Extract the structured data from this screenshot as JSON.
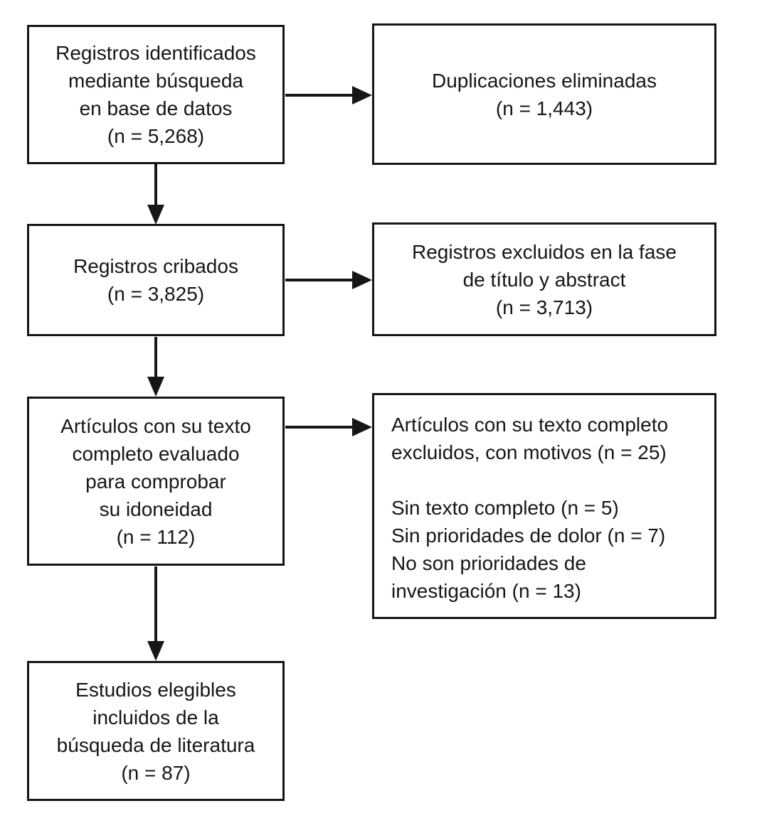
{
  "diagram": {
    "type": "flowchart",
    "language": "es",
    "colors": {
      "ink": "#161616",
      "background": "#ffffff"
    },
    "boxes": {
      "identified": {
        "lines": [
          "Registros identificados",
          "mediante búsqueda",
          "en base de datos",
          "(n = 5,268)"
        ],
        "n": "5,268"
      },
      "duplicates_removed": {
        "lines": [
          "Duplicaciones eliminadas",
          "(n = 1,443)"
        ],
        "n": "1,443"
      },
      "screened": {
        "lines": [
          "Registros cribados",
          "(n = 3,825)"
        ],
        "n": "3,825"
      },
      "excluded_title_abstract": {
        "lines": [
          "Registros excluidos en la fase",
          "de título y abstract",
          "(n = 3,713)"
        ],
        "n": "3,713"
      },
      "fulltext_assessed": {
        "lines": [
          "Artículos con su texto",
          "completo evaluado",
          "para comprobar",
          "su idoneidad",
          "(n = 112)"
        ],
        "n": "112"
      },
      "fulltext_excluded": {
        "lines": [
          "Artículos con su texto completo",
          "excluidos, con motivos (n = 25)",
          "",
          "Sin texto completo (n = 5)",
          "Sin prioridades de dolor (n = 7)",
          "No son prioridades de",
          "investigación (n = 13)"
        ],
        "n": "25",
        "reasons": [
          {
            "label": "Sin texto completo",
            "n": "5"
          },
          {
            "label": "Sin prioridades de dolor",
            "n": "7"
          },
          {
            "label": "No son prioridades de investigación",
            "n": "13"
          }
        ]
      },
      "included": {
        "lines": [
          "Estudios elegibles",
          "incluidos de la",
          "búsqueda de literatura",
          "(n = 87)"
        ],
        "n": "87"
      }
    }
  }
}
